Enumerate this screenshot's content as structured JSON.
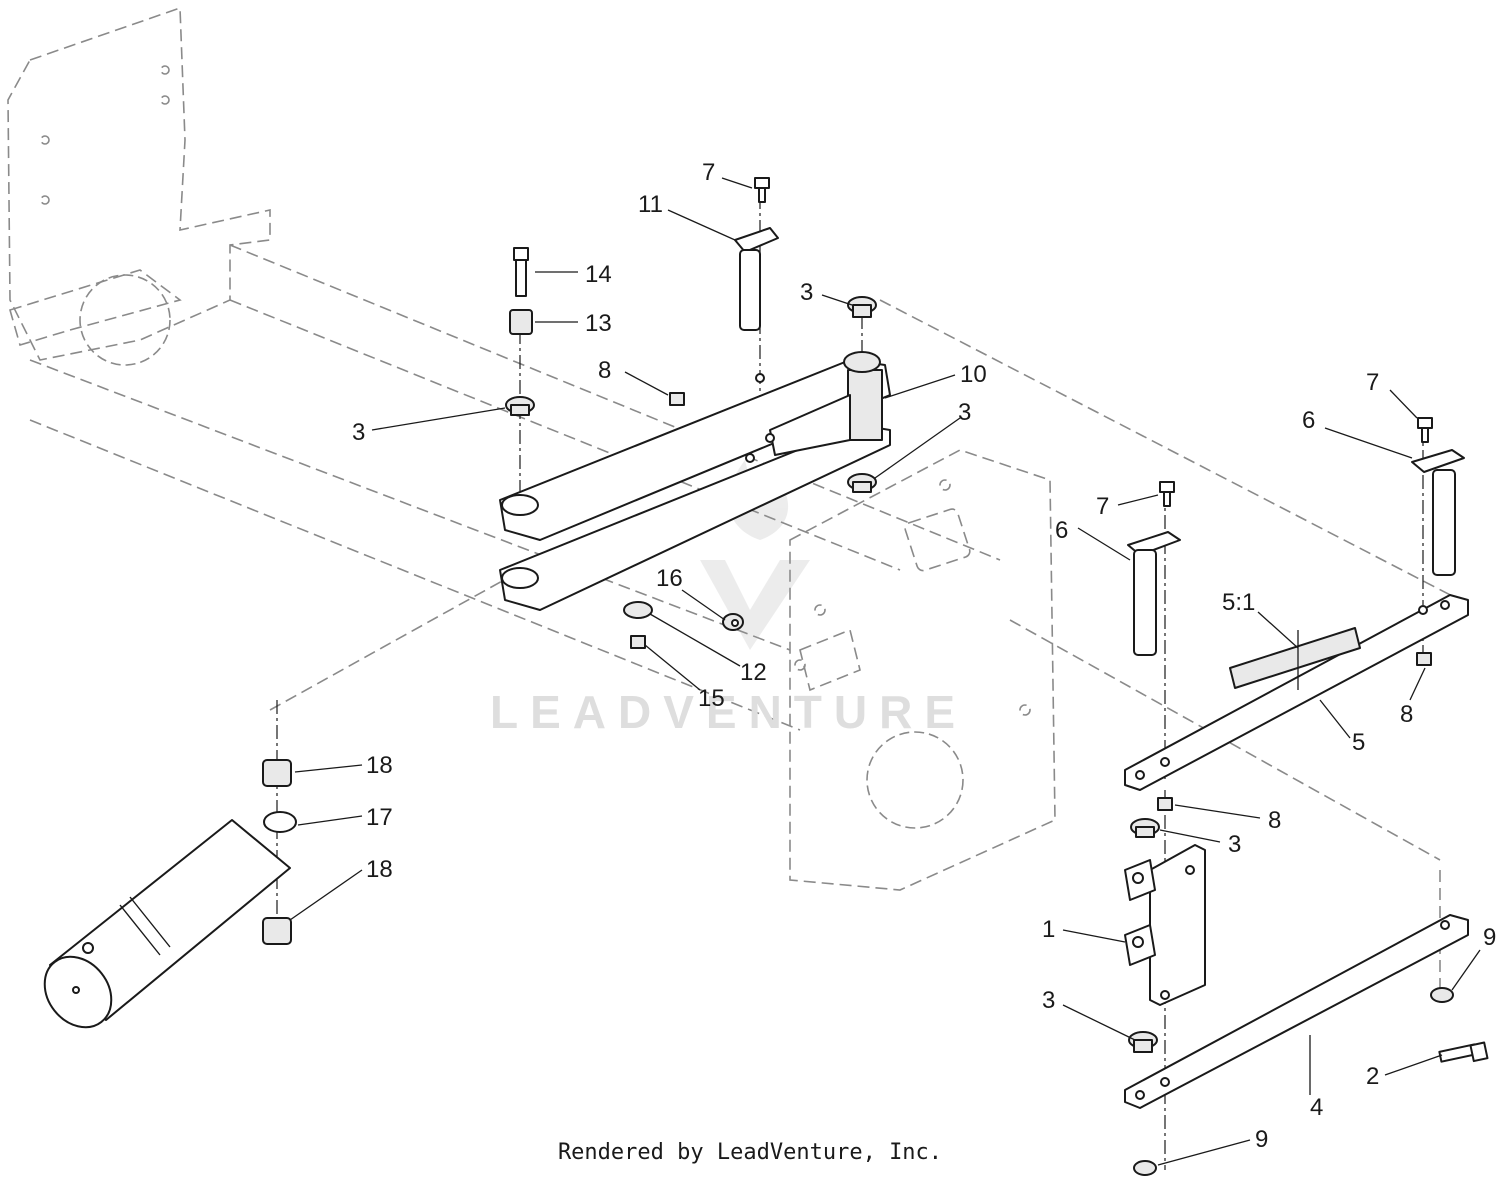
{
  "watermark": "LEADVENTURE",
  "footer": "Rendered by LeadVenture, Inc.",
  "callouts": {
    "c1": "1",
    "c2": "2",
    "c3a": "3",
    "c3b": "3",
    "c3c": "3",
    "c3d": "3",
    "c3e": "3",
    "c4": "4",
    "c5": "5",
    "c5_1": "5:1",
    "c6a": "6",
    "c6b": "6",
    "c7a": "7",
    "c7b": "7",
    "c7c": "7",
    "c8a": "8",
    "c8b": "8",
    "c8c": "8",
    "c9a": "9",
    "c9b": "9",
    "c10": "10",
    "c11": "11",
    "c12": "12",
    "c13": "13",
    "c14": "14",
    "c15": "15",
    "c16": "16",
    "c17": "17",
    "c18a": "18",
    "c18b": "18"
  }
}
